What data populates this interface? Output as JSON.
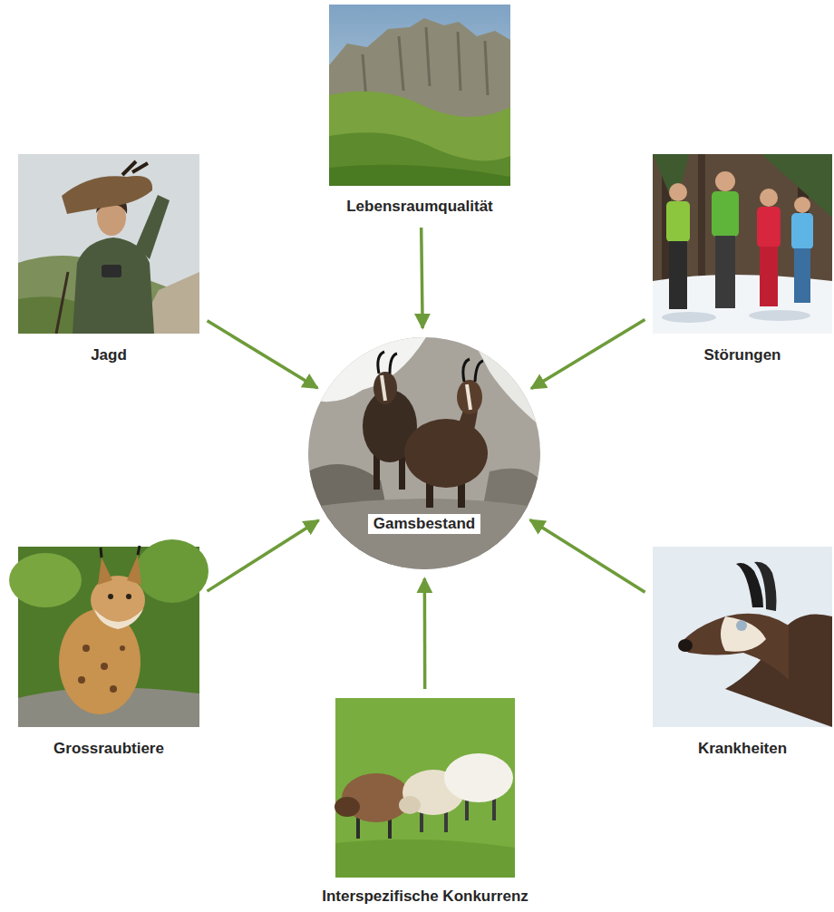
{
  "diagram": {
    "nodes": [
      {
        "text": [
          "Lebensraumqualität"
        ]
      },
      {
        "text": [
          "Jagd"
        ]
      },
      {
        "text": [
          "Störungen"
        ]
      },
      {
        "text": [
          "Gamsbestand"
        ]
      },
      {
        "text": [
          "Grossraubtiere"
        ]
      },
      {
        "text": [
          "Krankheiten"
        ]
      },
      {
        "text": [
          "Interspezifische Konkurrenz"
        ]
      }
    ],
    "edges": [
      {
        "from": 0,
        "to": 3,
        "arrow": "to"
      },
      {
        "from": 1,
        "to": 3,
        "arrow": "to"
      },
      {
        "from": 2,
        "to": 3,
        "arrow": "to"
      },
      {
        "from": 4,
        "to": 3,
        "arrow": "to"
      },
      {
        "from": 5,
        "to": 3,
        "arrow": "to"
      },
      {
        "from": 6,
        "to": 3,
        "arrow": "to"
      }
    ]
  }
}
